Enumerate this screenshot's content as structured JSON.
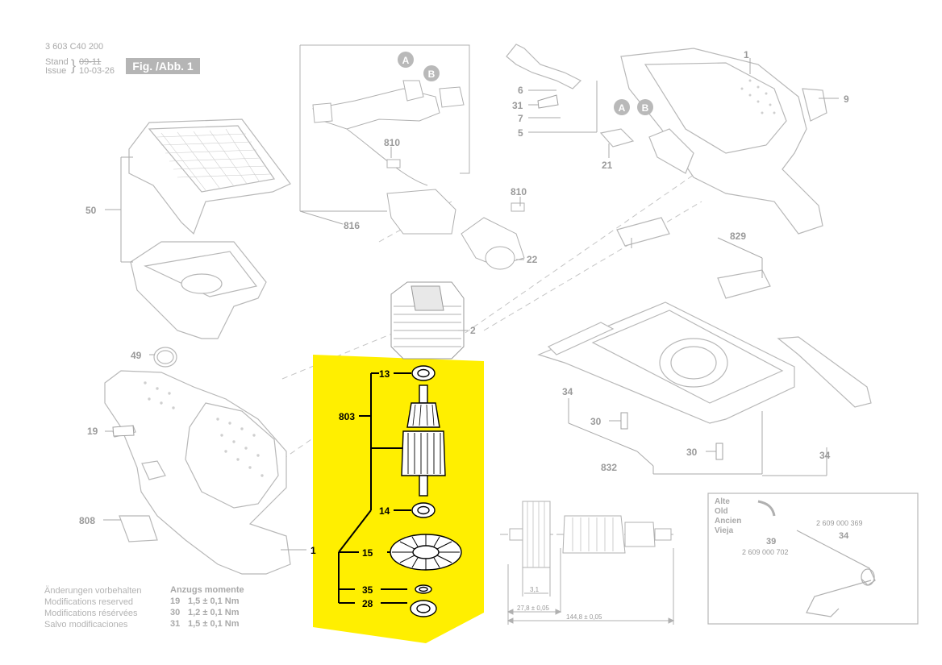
{
  "header": {
    "doc_number": "3 603 C40 200",
    "stand_label": "Stand",
    "stand_value": "09-11",
    "issue_label": "Issue",
    "issue_value": "10-03-26",
    "figure_label": "Fig. /Abb. 1"
  },
  "footer": {
    "modifications": [
      "Änderungen vorbehalten",
      "Modifications reserved",
      "Modifications résérvées",
      "Salvo modificaciones"
    ],
    "torque_heading": "Anzugs momente",
    "torques": [
      {
        "part": "19",
        "value": "1,5 ± 0,1 Nm"
      },
      {
        "part": "30",
        "value": "1,2 ± 0,1 Nm"
      },
      {
        "part": "31",
        "value": "1,5 ± 0,1 Nm"
      }
    ]
  },
  "inset": {
    "labels": [
      "Alte",
      "Old",
      "Ancien",
      "Vieja"
    ],
    "old_part": "39",
    "old_number": "2 609 000 702",
    "new_part": "34",
    "new_number": "2 609 000 369"
  },
  "dimensions": {
    "small": "3,1",
    "medium": "27,8 ± 0,05",
    "large": "144,8 ± 0,05"
  },
  "callouts": {
    "c1_top": "1",
    "c9": "9",
    "c6": "6",
    "c31": "31",
    "c7": "7",
    "c5": "5",
    "c21": "21",
    "cA1": "A",
    "cB1": "B",
    "cA2": "A",
    "cB2": "B",
    "c810a": "810",
    "c810b": "810",
    "c816": "816",
    "c22": "22",
    "c829": "829",
    "c50": "50",
    "c49": "49",
    "c19": "19",
    "c808": "808",
    "c1_bottom": "1",
    "c2": "2",
    "c13": "13",
    "c803": "803",
    "c14": "14",
    "c15": "15",
    "c35": "35",
    "c28": "28",
    "c34a": "34",
    "c30a": "30",
    "c30b": "30",
    "c832": "832",
    "c34b": "34"
  },
  "colors": {
    "highlight": "#ffef00",
    "line_faint": "#b8b8b8",
    "label_faint": "#9a9a9a",
    "ink": "#000000"
  }
}
